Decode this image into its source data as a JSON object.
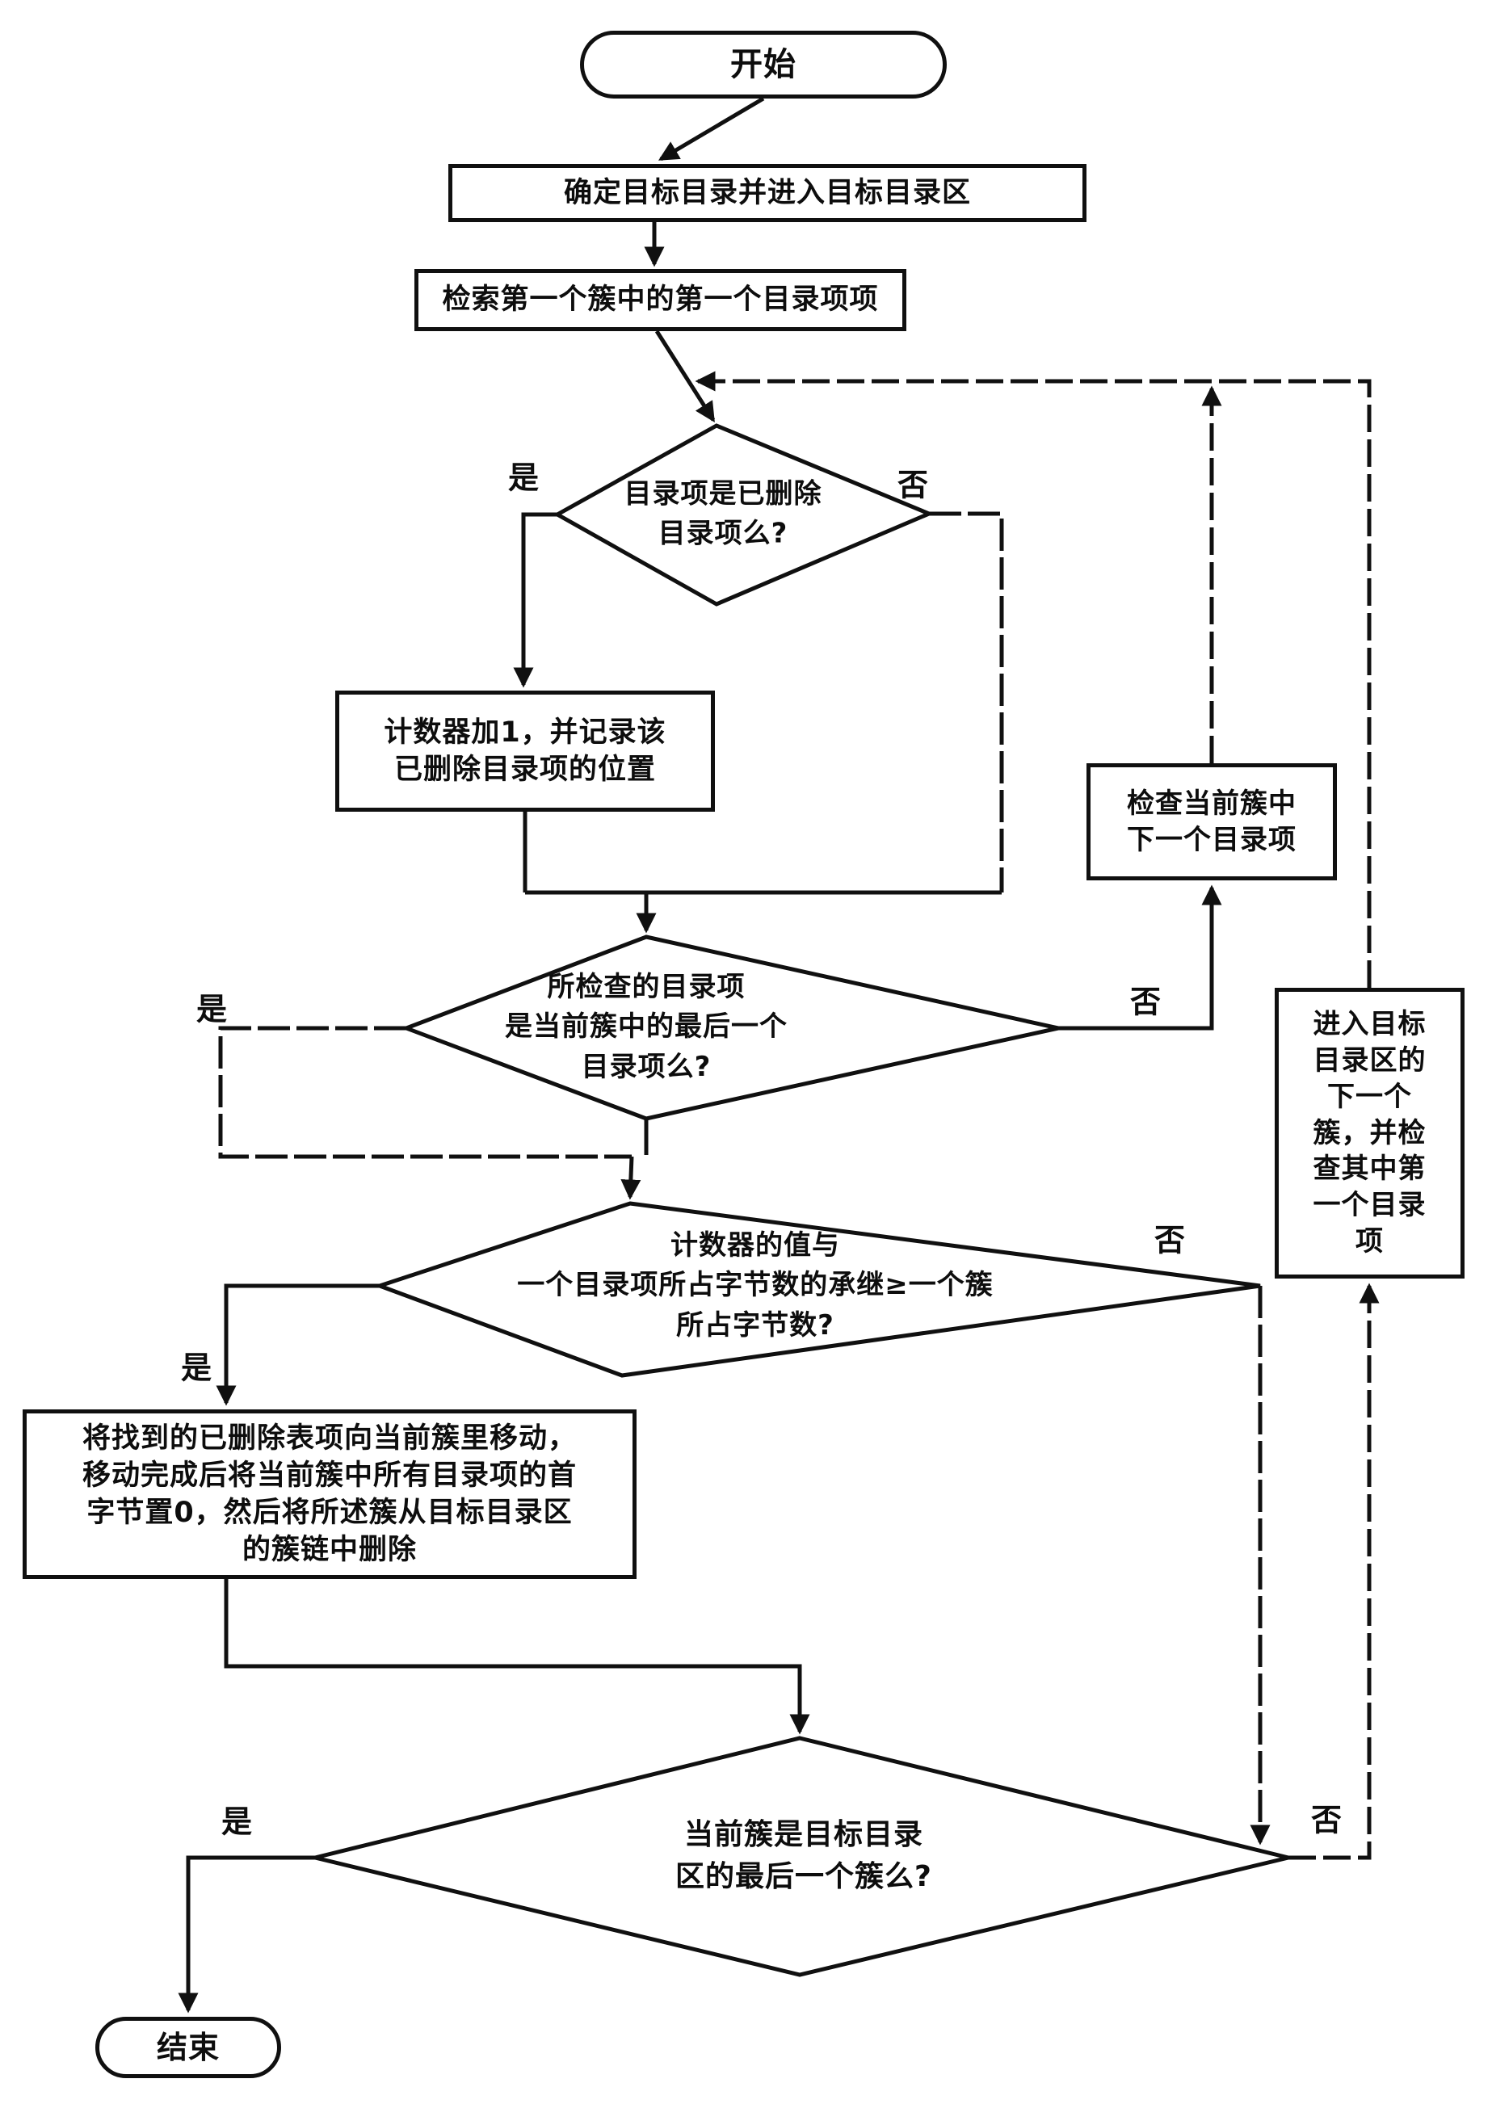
{
  "figure": {
    "terminators": {
      "start": "开始",
      "end": "结束"
    },
    "steps": {
      "determine_dir": "确定目标目录并进入目标目录区",
      "retrieve_first": "检索第一个簇中的第一个目录项项",
      "counter_inc": "计数器加1，并记录该\n已删除目录项的位置",
      "check_next_entry": "检查当前簇中\n下一个目录项",
      "enter_next_cluster": "进入目标\n目录区的\n下一个\n簇，并检\n查其中第\n一个目录\n项",
      "move_entries": "将找到的已删除表项向当前簇里移动，\n移动完成后将当前簇中所有目录项的首\n字节置0，然后将所述簇从目标目录区\n的簇链中删除"
    },
    "decisions": {
      "is_deleted": "目录项是已删除\n目录项么?",
      "is_last_entry": "所检查的目录项\n是当前簇中的最后一个\n目录项么?",
      "counter_product": "计数器的值与\n一个目录项所占字节数的承继≥一个簇\n所占字节数?",
      "is_last_cluster": "当前簇是目标目录\n区的最后一个簇么?"
    },
    "labels": {
      "yes": "是",
      "no": "否"
    },
    "colors": {
      "ink": "#101010",
      "paper": "#ffffff"
    }
  }
}
